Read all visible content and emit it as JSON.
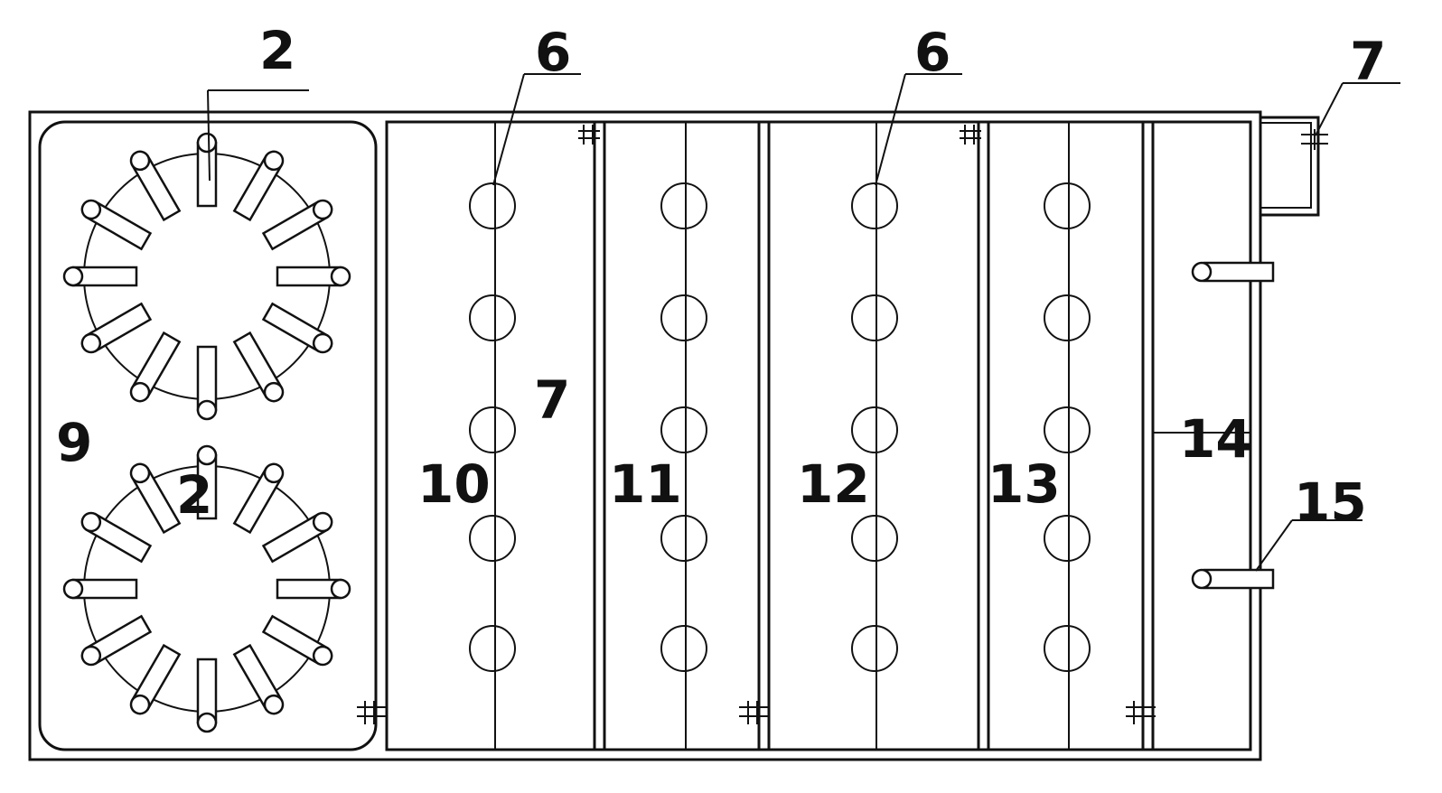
{
  "labels": {
    "callout_2_top": "2",
    "label_2_lower": "2",
    "callout_6_left": "6",
    "callout_6_right": "6",
    "callout_7_top": "7",
    "label_7_inner": "7",
    "label_9": "9",
    "label_10": "10",
    "label_11": "11",
    "label_12": "12",
    "label_13": "13",
    "label_14": "14",
    "callout_15": "15"
  }
}
